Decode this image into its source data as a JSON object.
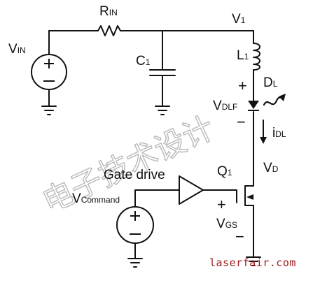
{
  "labels": {
    "vin_main": "V",
    "vin_sub": "IN",
    "rin_main": "R",
    "rin_sub": "IN",
    "c1_main": "C",
    "c1_sub": "1",
    "v1_main": "V",
    "v1_sub": "1",
    "l1_main": "L",
    "l1_sub": "1",
    "dl_main": "D",
    "dl_sub": "L",
    "vdlf_main": "V",
    "vdlf_sub": "DLF",
    "idl_main": "i",
    "idl_sub": "DL",
    "vd_main": "V",
    "vd_sub": "D",
    "q1_main": "Q",
    "q1_sub": "1",
    "gate_drive": "Gate drive",
    "vcmd_main": "V",
    "vcmd_sub": "Command",
    "vgs_main": "V",
    "vgs_sub": "GS",
    "plus": "+",
    "minus": "−"
  },
  "watermark": {
    "cn_text": "电子技术设计",
    "url": "laserfair.com"
  },
  "colors": {
    "wire": "#111111",
    "source_fill": "#ffffff",
    "url": "#9b1a1a",
    "watermark": "#b9b9b9"
  }
}
